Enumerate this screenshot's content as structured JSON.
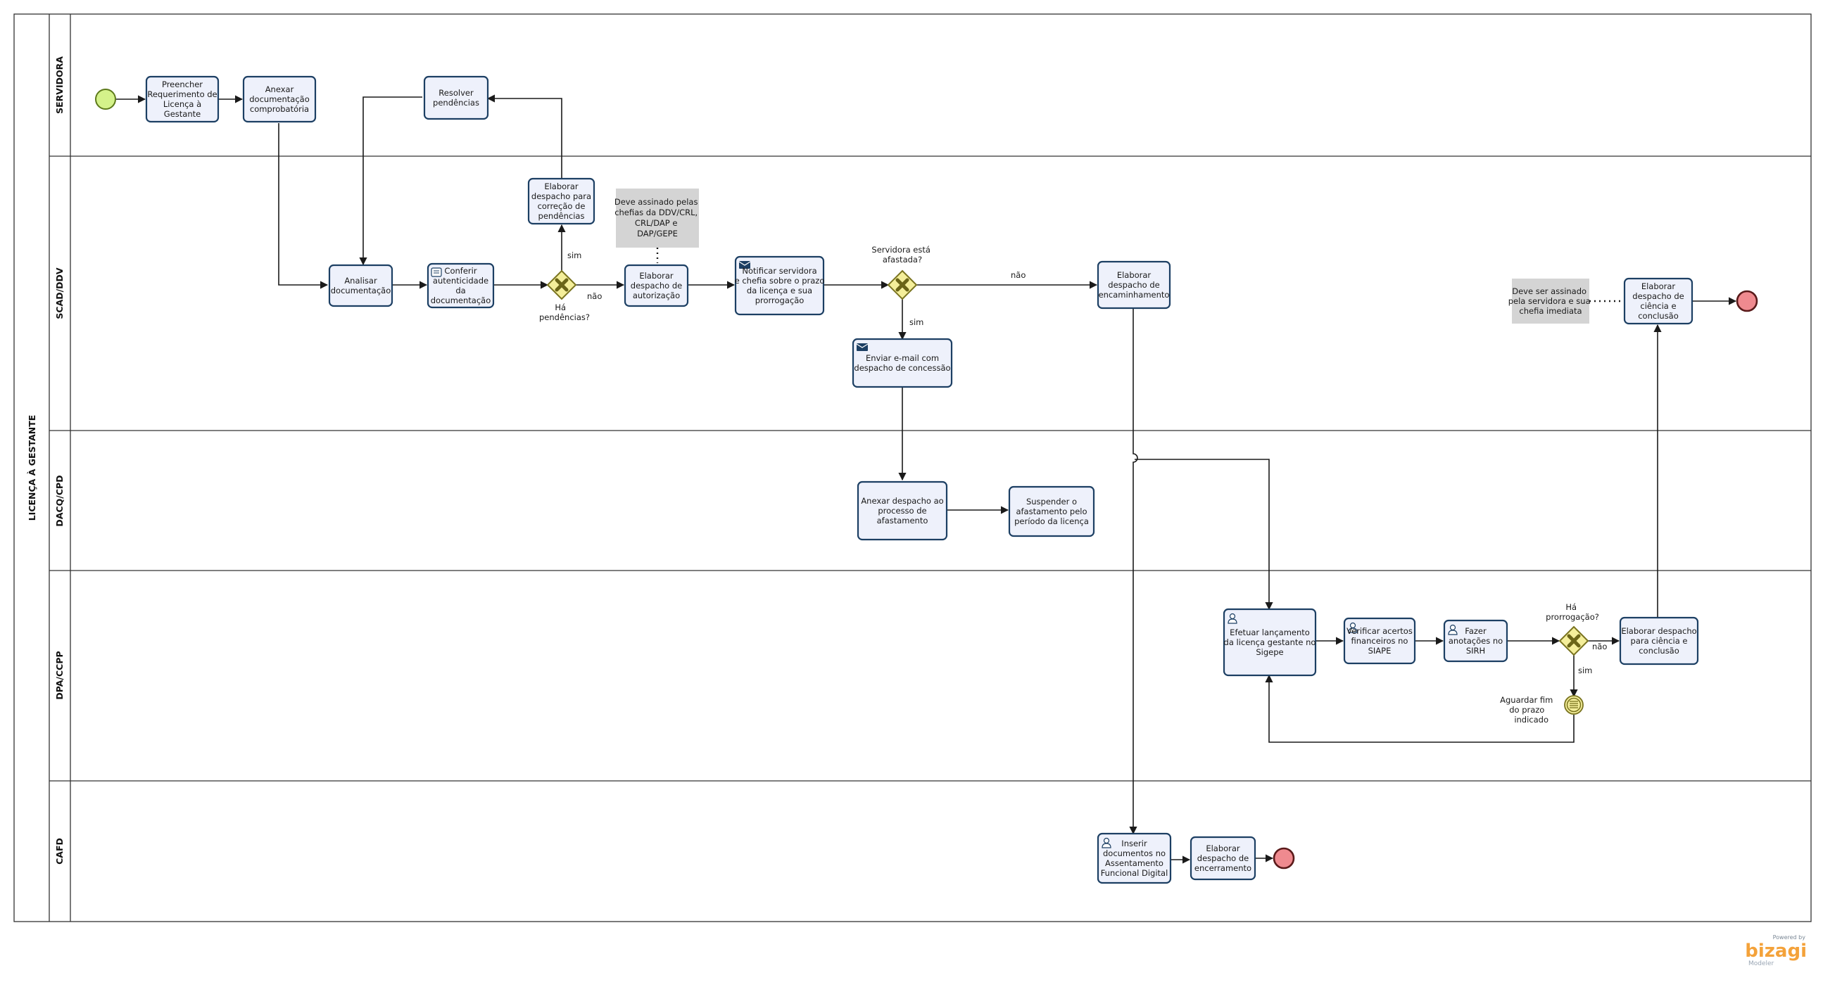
{
  "pool": {
    "title": "LICENÇA À GESTANTE"
  },
  "lanes": [
    {
      "id": "servidora",
      "label": "SERVIDORA"
    },
    {
      "id": "scad",
      "label": "SCAD/DDV"
    },
    {
      "id": "dacq",
      "label": "DACQ/CPD"
    },
    {
      "id": "dpa",
      "label": "DPA/CCPP"
    },
    {
      "id": "cafd",
      "label": "CAFD"
    }
  ],
  "tasks": {
    "preencher": {
      "lines": [
        "Preencher",
        "Requerimento de",
        "Licença à",
        "Gestante"
      ]
    },
    "anexar_doc": {
      "lines": [
        "Anexar",
        "documentação",
        "comprobatória"
      ]
    },
    "resolver": {
      "lines": [
        "Resolver",
        "pendências"
      ]
    },
    "analisar": {
      "lines": [
        "Analisar",
        "documentação"
      ]
    },
    "conferir": {
      "lines": [
        "Conferir",
        "autenticidade",
        "da",
        "documentação"
      ],
      "icon": "script-task-icon"
    },
    "correcao": {
      "lines": [
        "Elaborar",
        "despacho para",
        "correção de",
        "pendências"
      ]
    },
    "autorizacao": {
      "lines": [
        "Elaborar",
        "despacho de",
        "autorização"
      ]
    },
    "notificar": {
      "lines": [
        "Notificar servidora",
        "e chefia sobre o prazo",
        "da licença e sua",
        "prorrogação"
      ],
      "icon": "send-mail-icon"
    },
    "enviar_email": {
      "lines": [
        "Enviar e-mail  com",
        "despacho de concessão"
      ],
      "icon": "send-mail-icon"
    },
    "encaminhamento": {
      "lines": [
        "Elaborar",
        "despacho de",
        "encaminhamento"
      ]
    },
    "ciencia_scad": {
      "lines": [
        "Elaborar",
        "despacho de",
        "ciência e",
        "conclusão"
      ]
    },
    "anexar_despacho": {
      "lines": [
        "Anexar despacho ao",
        "processo de",
        "afastamento"
      ]
    },
    "suspender": {
      "lines": [
        "Suspender o",
        "afastamento pelo",
        "período da licença"
      ]
    },
    "efetuar": {
      "lines": [
        "Efetuar lançamento",
        "da licença gestante no",
        "Sigepe"
      ],
      "icon": "user-task-icon"
    },
    "verificar": {
      "lines": [
        "Verificar acertos",
        "financeiros no",
        "SIAPE"
      ],
      "icon": "user-task-icon"
    },
    "fazer": {
      "lines": [
        "Fazer",
        "anotações no",
        "SIRH"
      ],
      "icon": "user-task-icon"
    },
    "ciencia_dpa": {
      "lines": [
        "Elaborar despacho",
        "para ciência e",
        "conclusão"
      ]
    },
    "inserir": {
      "lines": [
        "Inserir",
        "documentos  no",
        "Assentamento",
        "Funcional Digital"
      ],
      "icon": "user-task-icon"
    },
    "encerramento": {
      "lines": [
        "Elaborar",
        "despacho de",
        "encerramento"
      ]
    }
  },
  "gateways": {
    "pendencias": {
      "lines": [
        "Há",
        "pendências?"
      ]
    },
    "afastada": {
      "lines": [
        "Servidora está",
        "afastada?"
      ]
    },
    "prorrogacao": {
      "lines": [
        "Há",
        "prorrogação?"
      ]
    }
  },
  "intermediate": {
    "aguardar": {
      "lines": [
        "Aguardar fim",
        "do prazo",
        "indicado"
      ]
    }
  },
  "flow_labels": {
    "sim1": "sim",
    "nao1": "não",
    "nao2": "não",
    "sim2": "sim",
    "nao3": "não",
    "sim3": "sim"
  },
  "annotations": {
    "chefias": {
      "lines": [
        "Deve assinado pelas",
        "chefias da DDV/CRL,",
        "CRL/DAP e",
        "DAP/GEPE"
      ]
    },
    "servidora": {
      "lines": [
        "Deve ser assinado",
        "pela servidora e sua",
        "chefia imediata"
      ]
    }
  },
  "branding": {
    "powered": "Powered by",
    "name": "bizagi",
    "product": "Modeler"
  },
  "colors": {
    "task_fill": "#eef1fb",
    "task_stroke": "#1c3f63",
    "start_fill": "#d4f28a",
    "start_stroke": "#5d7a1b",
    "end_fill": "#ef8a8f",
    "end_stroke": "#5a1a1a",
    "gateway_fill": "#f4ee9a",
    "annotation_fill": "#d4d4d4",
    "brand_orange": "#f4a23a",
    "brand_blue": "#9aa6b4"
  }
}
